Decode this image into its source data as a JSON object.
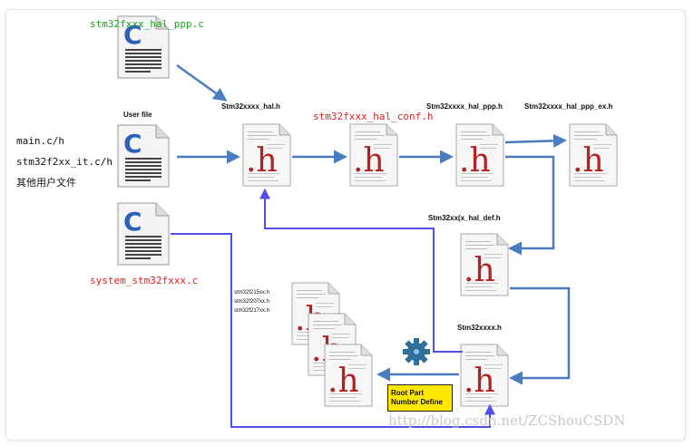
{
  "labels": {
    "hal_ppp_c": "stm32fxxx_hal_ppp.c",
    "user_file": "User file",
    "main_c": "main.c/h",
    "it_c": "stm32f2xx_it.c/h",
    "other_files": "其他用户文件",
    "system_c": "system_stm32fxxx.c",
    "hal_h": "Stm32xxxx_hal.h",
    "hal_conf_h": "stm32fxxx_hal_conf.h",
    "hal_ppp_h": "Stm32xxxx_hal_ppp.h",
    "hal_ppp_ex_h": "Stm32xxxx_hal_ppp_ex.h",
    "hal_def_h": "Stm32xx(x_hal_def.h",
    "stm32xxxx_h": "Stm32xxxx.h",
    "device_headers": [
      "stm32f215xx.h",
      "stm32f207xx.h",
      "stm32f217xx.h"
    ],
    "root_part_line1": "Root Part",
    "root_part_line2": "Number Define",
    "watermark": "http://blog.csdn.net/ZCShouCSDN"
  },
  "icons": {
    "c_file": "c-file-icon",
    "h_file": "h-file-icon",
    "gear": "gear-icon"
  },
  "colors": {
    "include_arrow": "#4a7dbf",
    "system_arrow": "#4f4fe8",
    "c_letter": "#2d5fb8",
    "h_letter": "#b32222",
    "note_bg": "#ffe800"
  }
}
